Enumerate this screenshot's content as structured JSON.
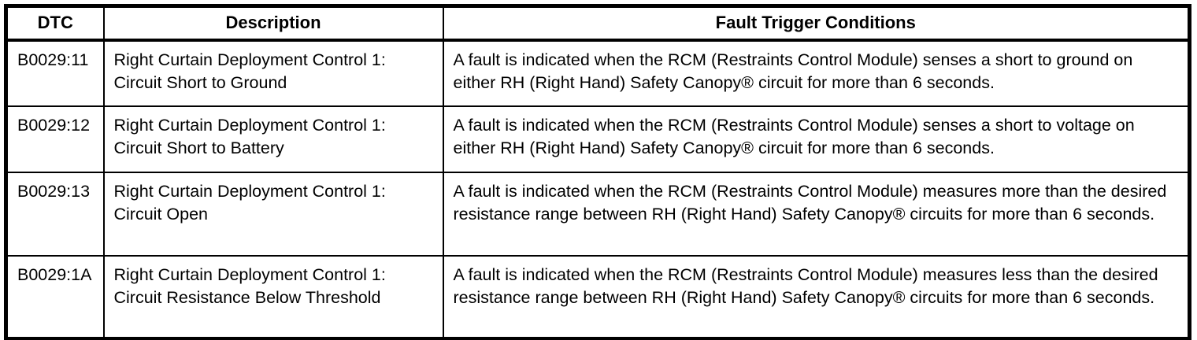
{
  "table": {
    "headers": [
      "DTC",
      "Description",
      "Fault Trigger Conditions"
    ],
    "rows": [
      {
        "dtc": "B0029:11",
        "description_line1": "Right Curtain Deployment Control 1:",
        "description_line2": "Circuit Short to Ground",
        "conditions": "A fault is indicated when the RCM (Restraints Control Module) senses a short to ground on either RH (Right Hand) Safety Canopy® circuit for more than 6 seconds."
      },
      {
        "dtc": "B0029:12",
        "description_line1": "Right Curtain Deployment Control 1:",
        "description_line2": "Circuit Short to Battery",
        "conditions": "A fault is indicated when the RCM (Restraints Control Module) senses a short to voltage on either RH (Right Hand) Safety Canopy® circuit for more than 6 seconds."
      },
      {
        "dtc": "B0029:13",
        "description_line1": "Right Curtain Deployment Control 1:",
        "description_line2": "Circuit Open",
        "conditions": "A fault is indicated when the RCM (Restraints Control Module) measures more than the desired resistance range between RH (Right Hand) Safety Canopy® circuits for more than 6 seconds."
      },
      {
        "dtc": "B0029:1A",
        "description_line1": "Right Curtain Deployment Control 1:",
        "description_line2": "Circuit Resistance Below Threshold",
        "conditions": "A fault is indicated when the RCM (Restraints Control Module) measures less than the desired resistance range between RH (Right Hand) Safety Canopy® circuits for more than 6 seconds."
      }
    ],
    "colors": {
      "border": "#000000",
      "text": "#000000",
      "background": "#ffffff"
    }
  }
}
